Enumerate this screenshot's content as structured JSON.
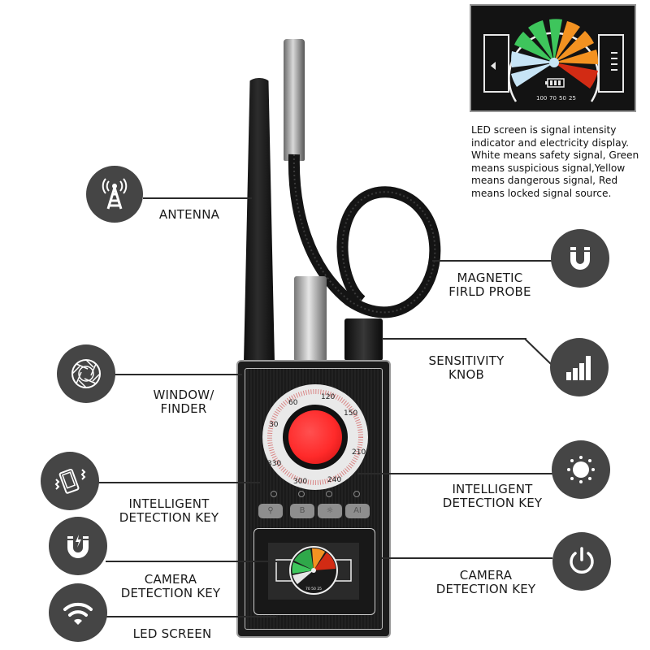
{
  "led_display": {
    "scale_labels": [
      "100",
      "70",
      "50",
      "25"
    ],
    "segment_colors": {
      "white": "#c7e4f5",
      "green": "#3ec55c",
      "orange": "#f39221",
      "red": "#d22b14"
    },
    "caption_lines": [
      "LED screen is signal intensity",
      "indicator and electricity display.",
      "White means safety signal, Green",
      "means suspicious signal,Yellow",
      "means dangerous signal, Red",
      "means locked signal source."
    ]
  },
  "callouts": {
    "antenna": {
      "label": "ANTENNA",
      "icon": "radio-tower-icon"
    },
    "magnetic_probe": {
      "label_line1": "MAGNETIC",
      "label_line2": "FIRLD PROBE",
      "icon": "magnet-icon"
    },
    "sensitivity_knob": {
      "label_line1": "SENSITIVITY",
      "label_line2": "KNOB",
      "icon": "signal-bars-icon"
    },
    "window_finder": {
      "label_line1": "WINDOW/",
      "label_line2": "FINDER",
      "icon": "aperture-icon"
    },
    "intelligent_left": {
      "label_line1": "INTELLIGENT",
      "label_line2": "DETECTION KEY",
      "icon": "vibrating-phone-icon"
    },
    "intelligent_right": {
      "label_line1": "INTELLIGENT",
      "label_line2": "DETECTION KEY",
      "icon": "brightness-icon"
    },
    "camera_left": {
      "label_line1": "CAMERA",
      "label_line2": "DETECTION KEY",
      "icon": "magnet-bolt-icon"
    },
    "camera_right": {
      "label_line1": "CAMERA",
      "label_line2": "DETECTION KEY",
      "icon": "power-icon"
    },
    "led_screen": {
      "label": "LED SCREEN",
      "icon": "wifi-icon"
    }
  },
  "device": {
    "dial_labels": [
      "60",
      "120",
      "150",
      "210",
      "240",
      "300",
      "330",
      "30"
    ],
    "keys": [
      "⚲",
      "B",
      "☼",
      "AI"
    ],
    "mini_screen_scale": "70 50 25",
    "lens_color": "#ff2a2a"
  }
}
